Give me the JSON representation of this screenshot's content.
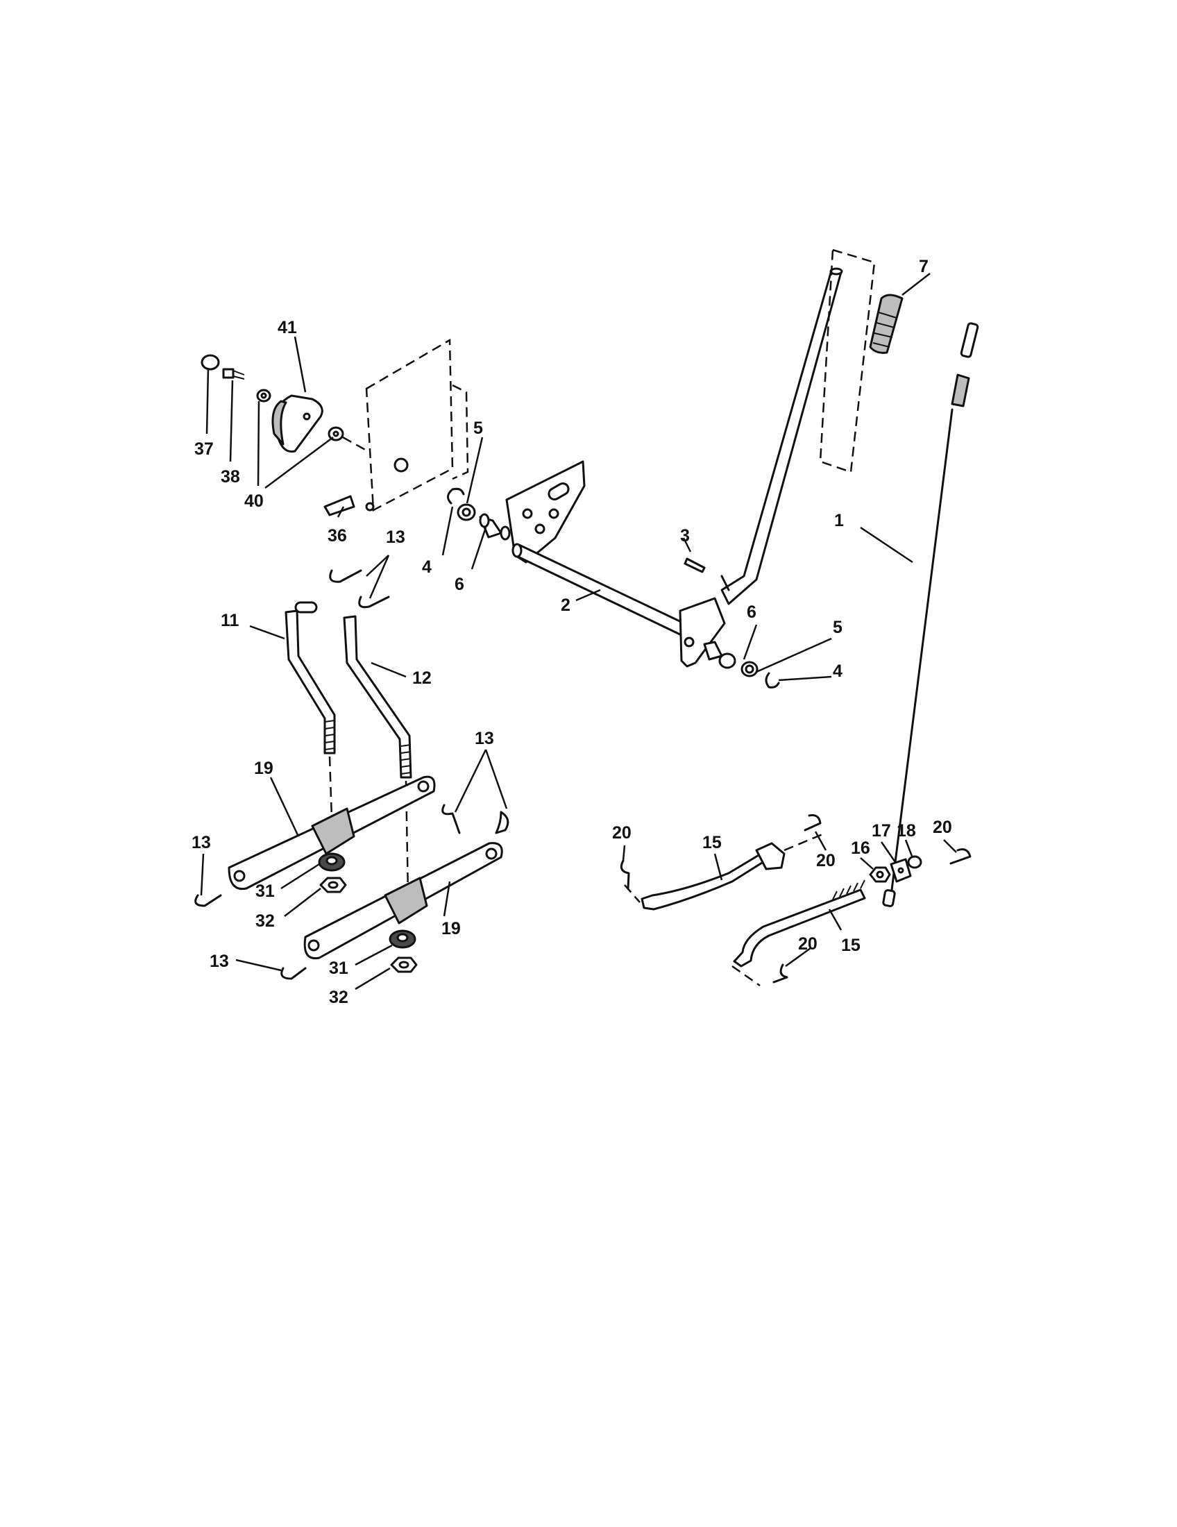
{
  "parts": {
    "p1": "1",
    "p2": "2",
    "p3": "3",
    "p4": "4",
    "p5": "5",
    "p6": "6",
    "p7": "7",
    "p11": "11",
    "p12": "12",
    "p13": "13",
    "p15": "15",
    "p16": "16",
    "p17": "17",
    "p18": "18",
    "p19": "19",
    "p20": "20",
    "p31": "31",
    "p32": "32",
    "p36": "36",
    "p37": "37",
    "p38": "38",
    "p40": "40",
    "p41": "41"
  }
}
